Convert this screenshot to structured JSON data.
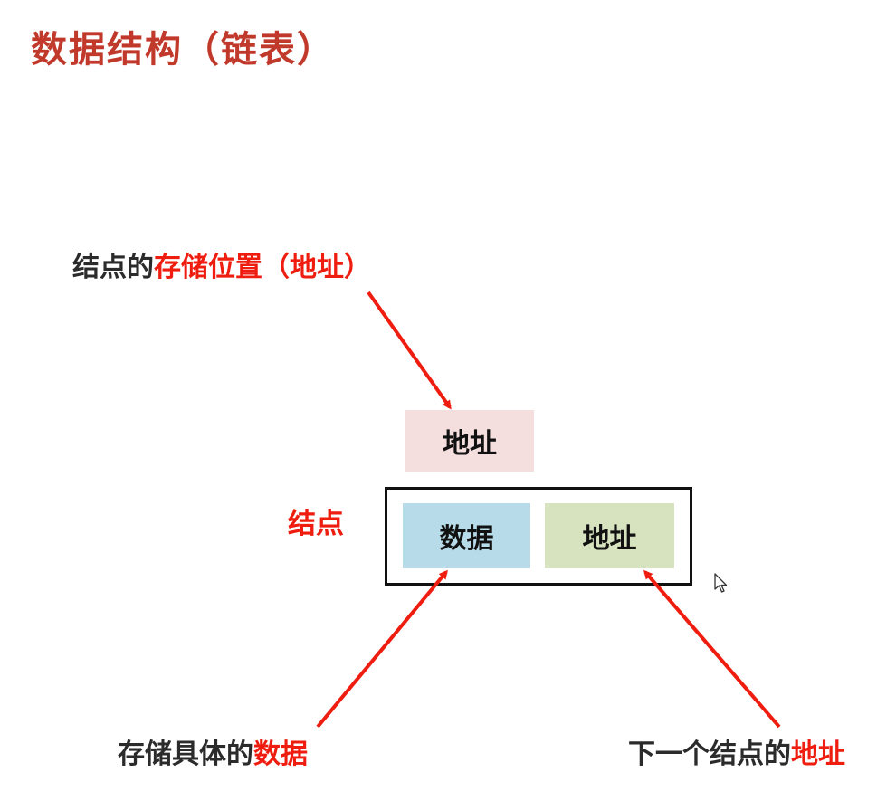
{
  "title": "数据结构（链表）",
  "labels": {
    "address_prefix": "结点的",
    "address_highlight": "存储位置（地址）",
    "node": "结点",
    "data_prefix": "存储具体的",
    "data_highlight": "数据",
    "next_prefix": "下一个结点的",
    "next_highlight": "地址"
  },
  "boxes": {
    "address": "地址",
    "data": "数据",
    "next": "地址"
  },
  "colors": {
    "title": "#c0392b",
    "highlight": "#ee1d0f",
    "arrow": "#ee1d0f",
    "address_box": "#f4dede",
    "data_box": "#b7dbe9",
    "next_box": "#d7e2be",
    "frame": "#111111"
  },
  "icons": {
    "cursor": "mouse-pointer-icon"
  }
}
